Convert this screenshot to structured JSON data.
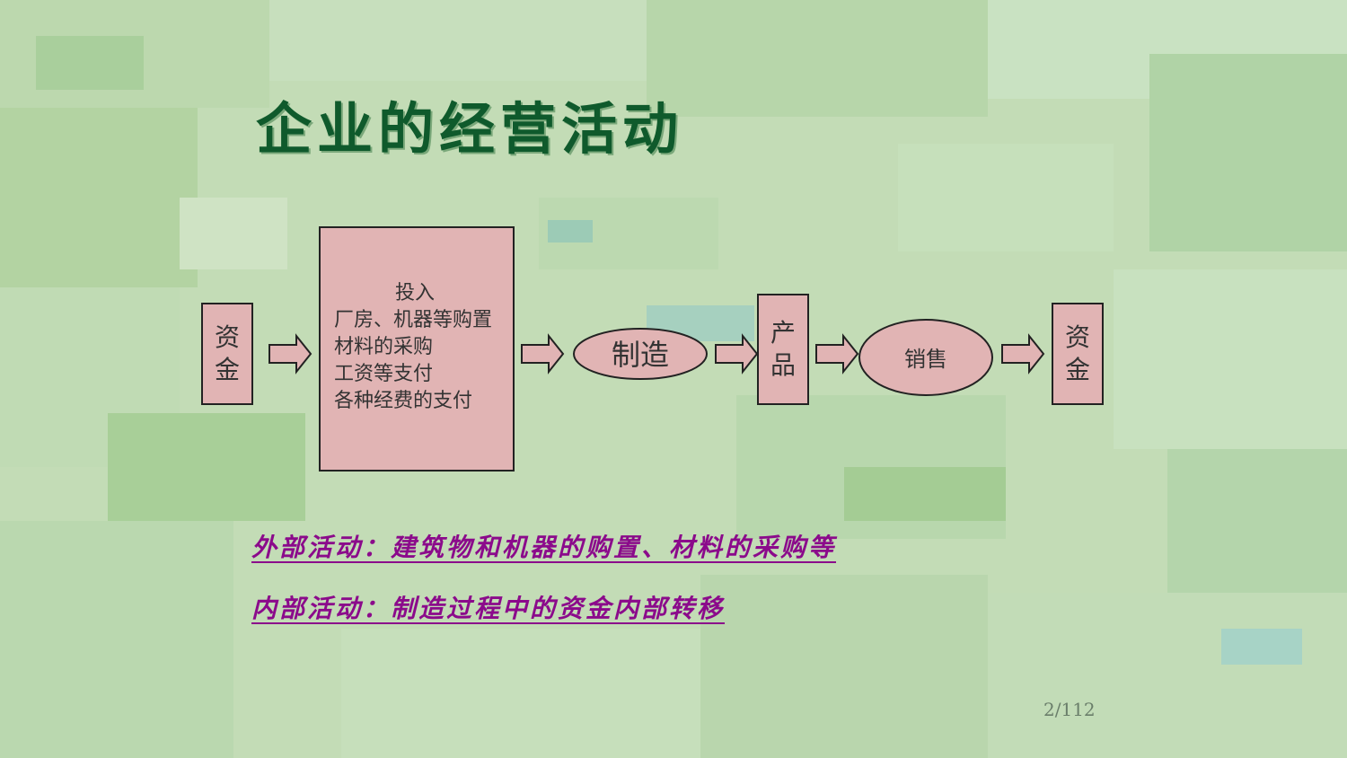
{
  "slide": {
    "title": "企业的经营活动",
    "page_number": "2/112"
  },
  "diagram": {
    "start_node": {
      "line1": "资",
      "line2": "金"
    },
    "inputs_box": {
      "heading": "投入",
      "items": [
        "厂房、机器等购置",
        "材料的采购",
        "工资等支付",
        "各种经费的支付"
      ]
    },
    "manufacture_node": {
      "label": "制造"
    },
    "product_node": {
      "line1": "产",
      "line2": "品"
    },
    "sales_node": {
      "label": "销售"
    },
    "end_node": {
      "line1": "资",
      "line2": "金"
    }
  },
  "notes": {
    "external": "外部活动：建筑物和机器的购置、材料的采购等",
    "internal": "内部活动：制造过程中的资金内部转移"
  },
  "colors": {
    "background": "#c3dcb6",
    "node_fill": "#e1b4b4",
    "title": "#0f5a2c",
    "note_text": "#8b0a8b"
  }
}
